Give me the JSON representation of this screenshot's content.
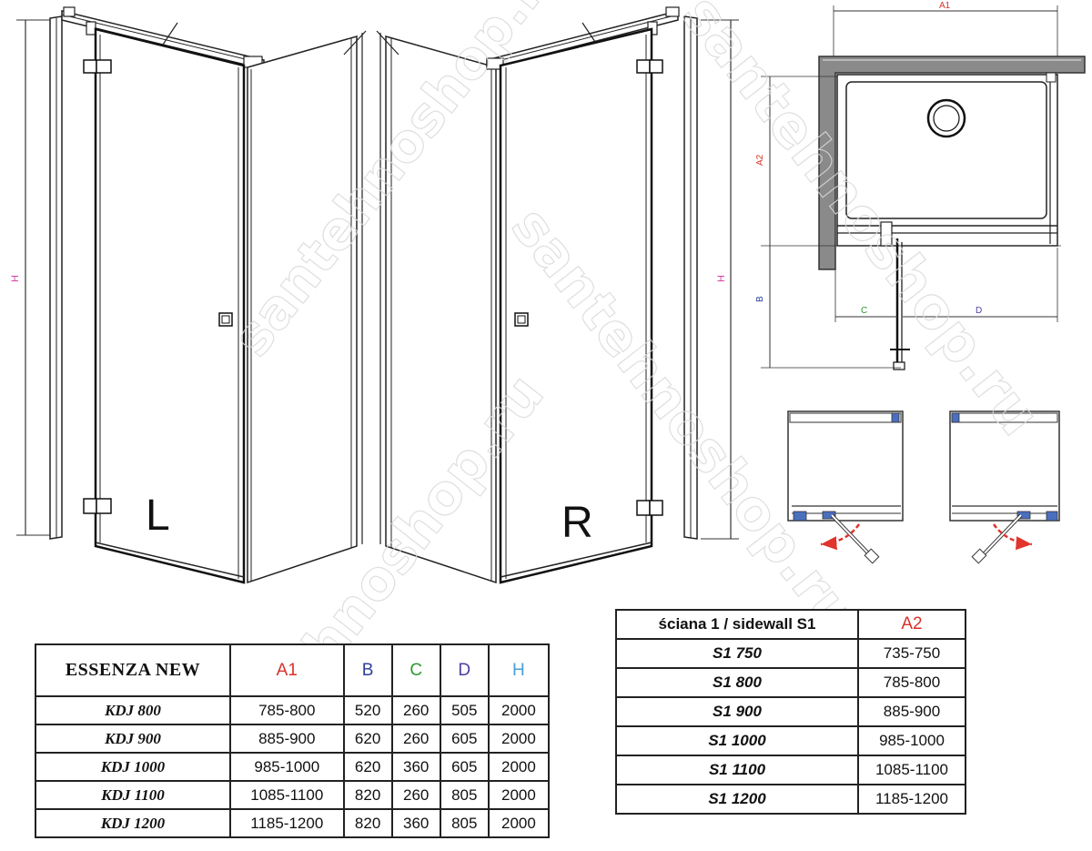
{
  "watermark": "santehnoshop.ru",
  "views": {
    "left_letter": "L",
    "right_letter": "R",
    "height_label": "H"
  },
  "plan": {
    "labels": {
      "a1": "A1",
      "a2": "A2",
      "b": "B",
      "c": "C",
      "d": "D"
    }
  },
  "colors": {
    "A": "#d8322a",
    "B": "#2c3e9e",
    "C": "#2e9a2e",
    "D": "#4b3fa0",
    "H": "#4a9fd8",
    "H_dimension": "#d63ba0",
    "swing_arrow": "#e0342c"
  },
  "table_models": {
    "headers": [
      "ESSENZA NEW",
      "A1",
      "B",
      "C",
      "D",
      "H"
    ],
    "rows": [
      [
        "KDJ 800",
        "785-800",
        "520",
        "260",
        "505",
        "2000"
      ],
      [
        "KDJ 900",
        "885-900",
        "620",
        "260",
        "605",
        "2000"
      ],
      [
        "KDJ 1000",
        "985-1000",
        "620",
        "360",
        "605",
        "2000"
      ],
      [
        "KDJ 1100",
        "1085-1100",
        "820",
        "260",
        "805",
        "2000"
      ],
      [
        "KDJ 1200",
        "1185-1200",
        "820",
        "360",
        "805",
        "2000"
      ]
    ]
  },
  "table_sidewall": {
    "headers": [
      "ściana 1 / sidewall S1",
      "A2"
    ],
    "rows": [
      [
        "S1 750",
        "735-750"
      ],
      [
        "S1 800",
        "785-800"
      ],
      [
        "S1 900",
        "885-900"
      ],
      [
        "S1 1000",
        "985-1000"
      ],
      [
        "S1 1100",
        "1085-1100"
      ],
      [
        "S1 1200",
        "1185-1200"
      ]
    ]
  }
}
